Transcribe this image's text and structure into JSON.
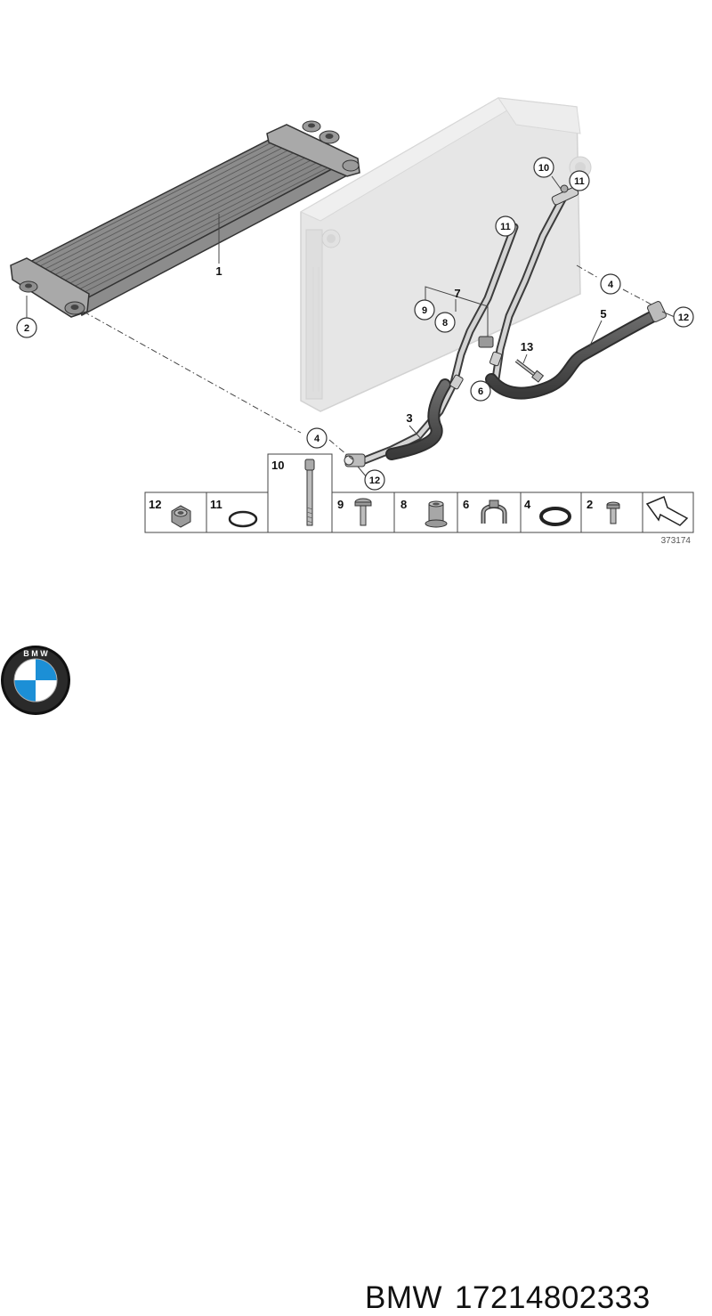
{
  "diagram": {
    "callouts": [
      {
        "id": "c1",
        "text": "1",
        "circled": false
      },
      {
        "id": "c2",
        "text": "2",
        "circled": true
      },
      {
        "id": "c3",
        "text": "3",
        "circled": false
      },
      {
        "id": "c4a",
        "text": "4",
        "circled": true
      },
      {
        "id": "c4b",
        "text": "4",
        "circled": true
      },
      {
        "id": "c5",
        "text": "5",
        "circled": false
      },
      {
        "id": "c6",
        "text": "6",
        "circled": true
      },
      {
        "id": "c7",
        "text": "7",
        "circled": false
      },
      {
        "id": "c8",
        "text": "8",
        "circled": true
      },
      {
        "id": "c9",
        "text": "9",
        "circled": true
      },
      {
        "id": "c10",
        "text": "10",
        "circled": true
      },
      {
        "id": "c11a",
        "text": "11",
        "circled": true
      },
      {
        "id": "c11b",
        "text": "11",
        "circled": true
      },
      {
        "id": "c12a",
        "text": "12",
        "circled": true
      },
      {
        "id": "c12b",
        "text": "12",
        "circled": true
      },
      {
        "id": "c13",
        "text": "13",
        "circled": false
      }
    ],
    "parts_table": [
      {
        "number": "12",
        "part": "hex nut"
      },
      {
        "number": "11",
        "part": "o-ring"
      },
      {
        "number": "10",
        "part": "long bolt"
      },
      {
        "number": "9",
        "part": "bolt"
      },
      {
        "number": "8",
        "part": "sleeve"
      },
      {
        "number": "6",
        "part": "clamp"
      },
      {
        "number": "4",
        "part": "o-ring"
      },
      {
        "number": "2",
        "part": "screw"
      }
    ],
    "document_number": "373174"
  },
  "footer": {
    "brand": "BMW",
    "part_number": "17214802333"
  }
}
